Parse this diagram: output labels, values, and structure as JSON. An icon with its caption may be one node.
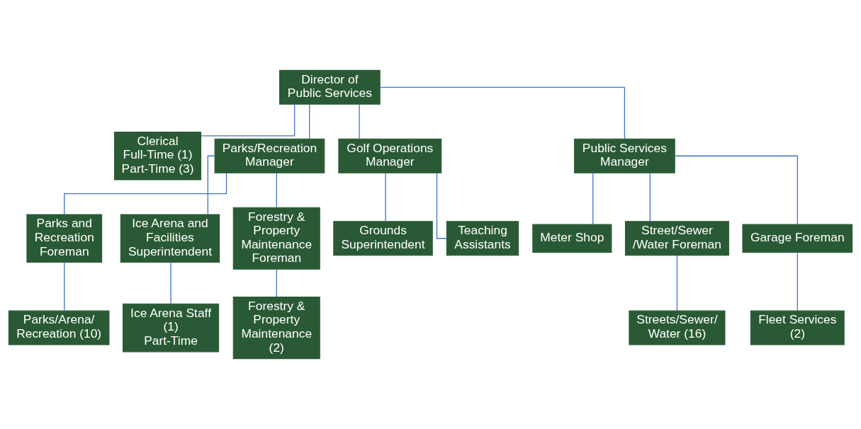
{
  "diagram": {
    "nodes": [
      {
        "text": [
          "Director of Public Services"
        ]
      },
      {
        "text": [
          "Clerical",
          "Full-Time (1)",
          "Part-Time (3)"
        ]
      },
      {
        "text": [
          "Parks/Recreation Manager"
        ]
      },
      {
        "text": [
          "Golf Operations Manager"
        ]
      },
      {
        "text": [
          "Public Services Manager"
        ]
      },
      {
        "text": [
          "Parks and Recreation Foreman"
        ]
      },
      {
        "text": [
          "Ice Arena and Facilities Superintendent"
        ]
      },
      {
        "text": [
          "Forestry & Property Maintenance Foreman"
        ]
      },
      {
        "text": [
          "Meter Shop"
        ]
      },
      {
        "text": [
          "Street/Sewer /Water Foreman"
        ]
      },
      {
        "text": [
          "Garage Foreman"
        ]
      },
      {
        "text": [
          "Parks/Arena/ Recreation (10)"
        ]
      },
      {
        "text": [
          "Ice Arena Staff (1)",
          "Part-Time"
        ]
      },
      {
        "text": [
          "Forestry & Property Maintenance",
          "(2)"
        ]
      },
      {
        "text": [
          "Grounds Superintendent"
        ]
      },
      {
        "text": [
          "Teaching Assistants"
        ]
      },
      {
        "text": [
          "Streets/Sewer/ Water (16)"
        ]
      },
      {
        "text": [
          "Fleet Services (2)"
        ]
      }
    ],
    "edges": [
      {
        "from": 0,
        "to": 1,
        "arrow": "none"
      },
      {
        "from": 0,
        "to": 2,
        "arrow": "none"
      },
      {
        "from": 0,
        "to": 3,
        "arrow": "none"
      },
      {
        "from": 0,
        "to": 4,
        "arrow": "none"
      },
      {
        "from": 2,
        "to": 5,
        "arrow": "none"
      },
      {
        "from": 2,
        "to": 6,
        "arrow": "none"
      },
      {
        "from": 2,
        "to": 7,
        "arrow": "none"
      },
      {
        "from": 4,
        "to": 8,
        "arrow": "none"
      },
      {
        "from": 4,
        "to": 9,
        "arrow": "none"
      },
      {
        "from": 4,
        "to": 10,
        "arrow": "none"
      },
      {
        "from": 5,
        "to": 11,
        "arrow": "none"
      },
      {
        "from": 6,
        "to": 12,
        "arrow": "none"
      },
      {
        "from": 7,
        "to": 13,
        "arrow": "none"
      },
      {
        "from": 3,
        "to": 14,
        "arrow": "none"
      },
      {
        "from": 3,
        "to": 15,
        "arrow": "none"
      },
      {
        "from": 9,
        "to": 16,
        "arrow": "none"
      },
      {
        "from": 10,
        "to": 17,
        "arrow": "none"
      }
    ]
  }
}
